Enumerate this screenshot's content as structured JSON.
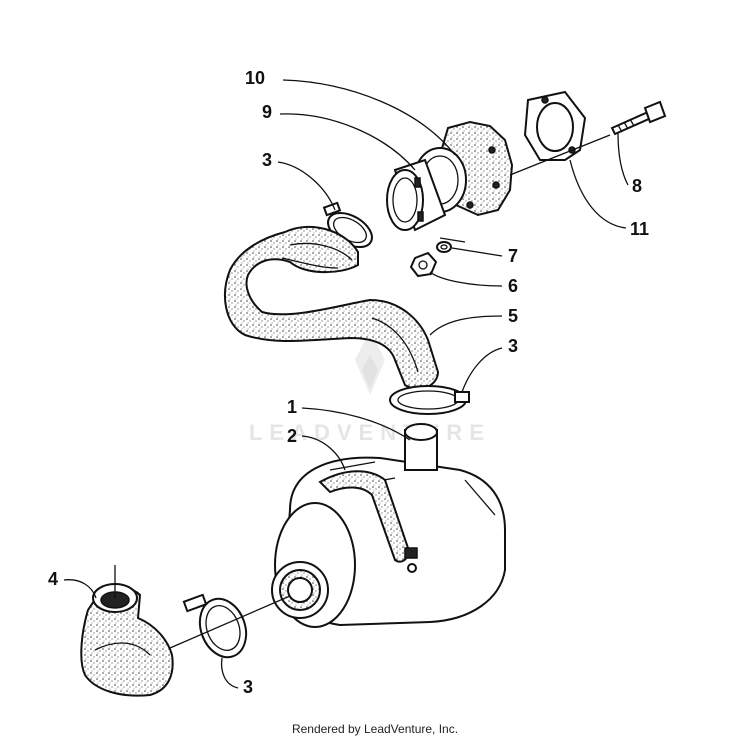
{
  "callouts": {
    "c1": "1",
    "c2": "2",
    "c3a": "3",
    "c3b": "3",
    "c3c": "3",
    "c4": "4",
    "c5": "5",
    "c6": "6",
    "c7": "7",
    "c8": "8",
    "c9": "9",
    "c10": "10",
    "c11": "11"
  },
  "watermark": "LEADVENTURE",
  "footer": "Rendered by LeadVenture, Inc."
}
